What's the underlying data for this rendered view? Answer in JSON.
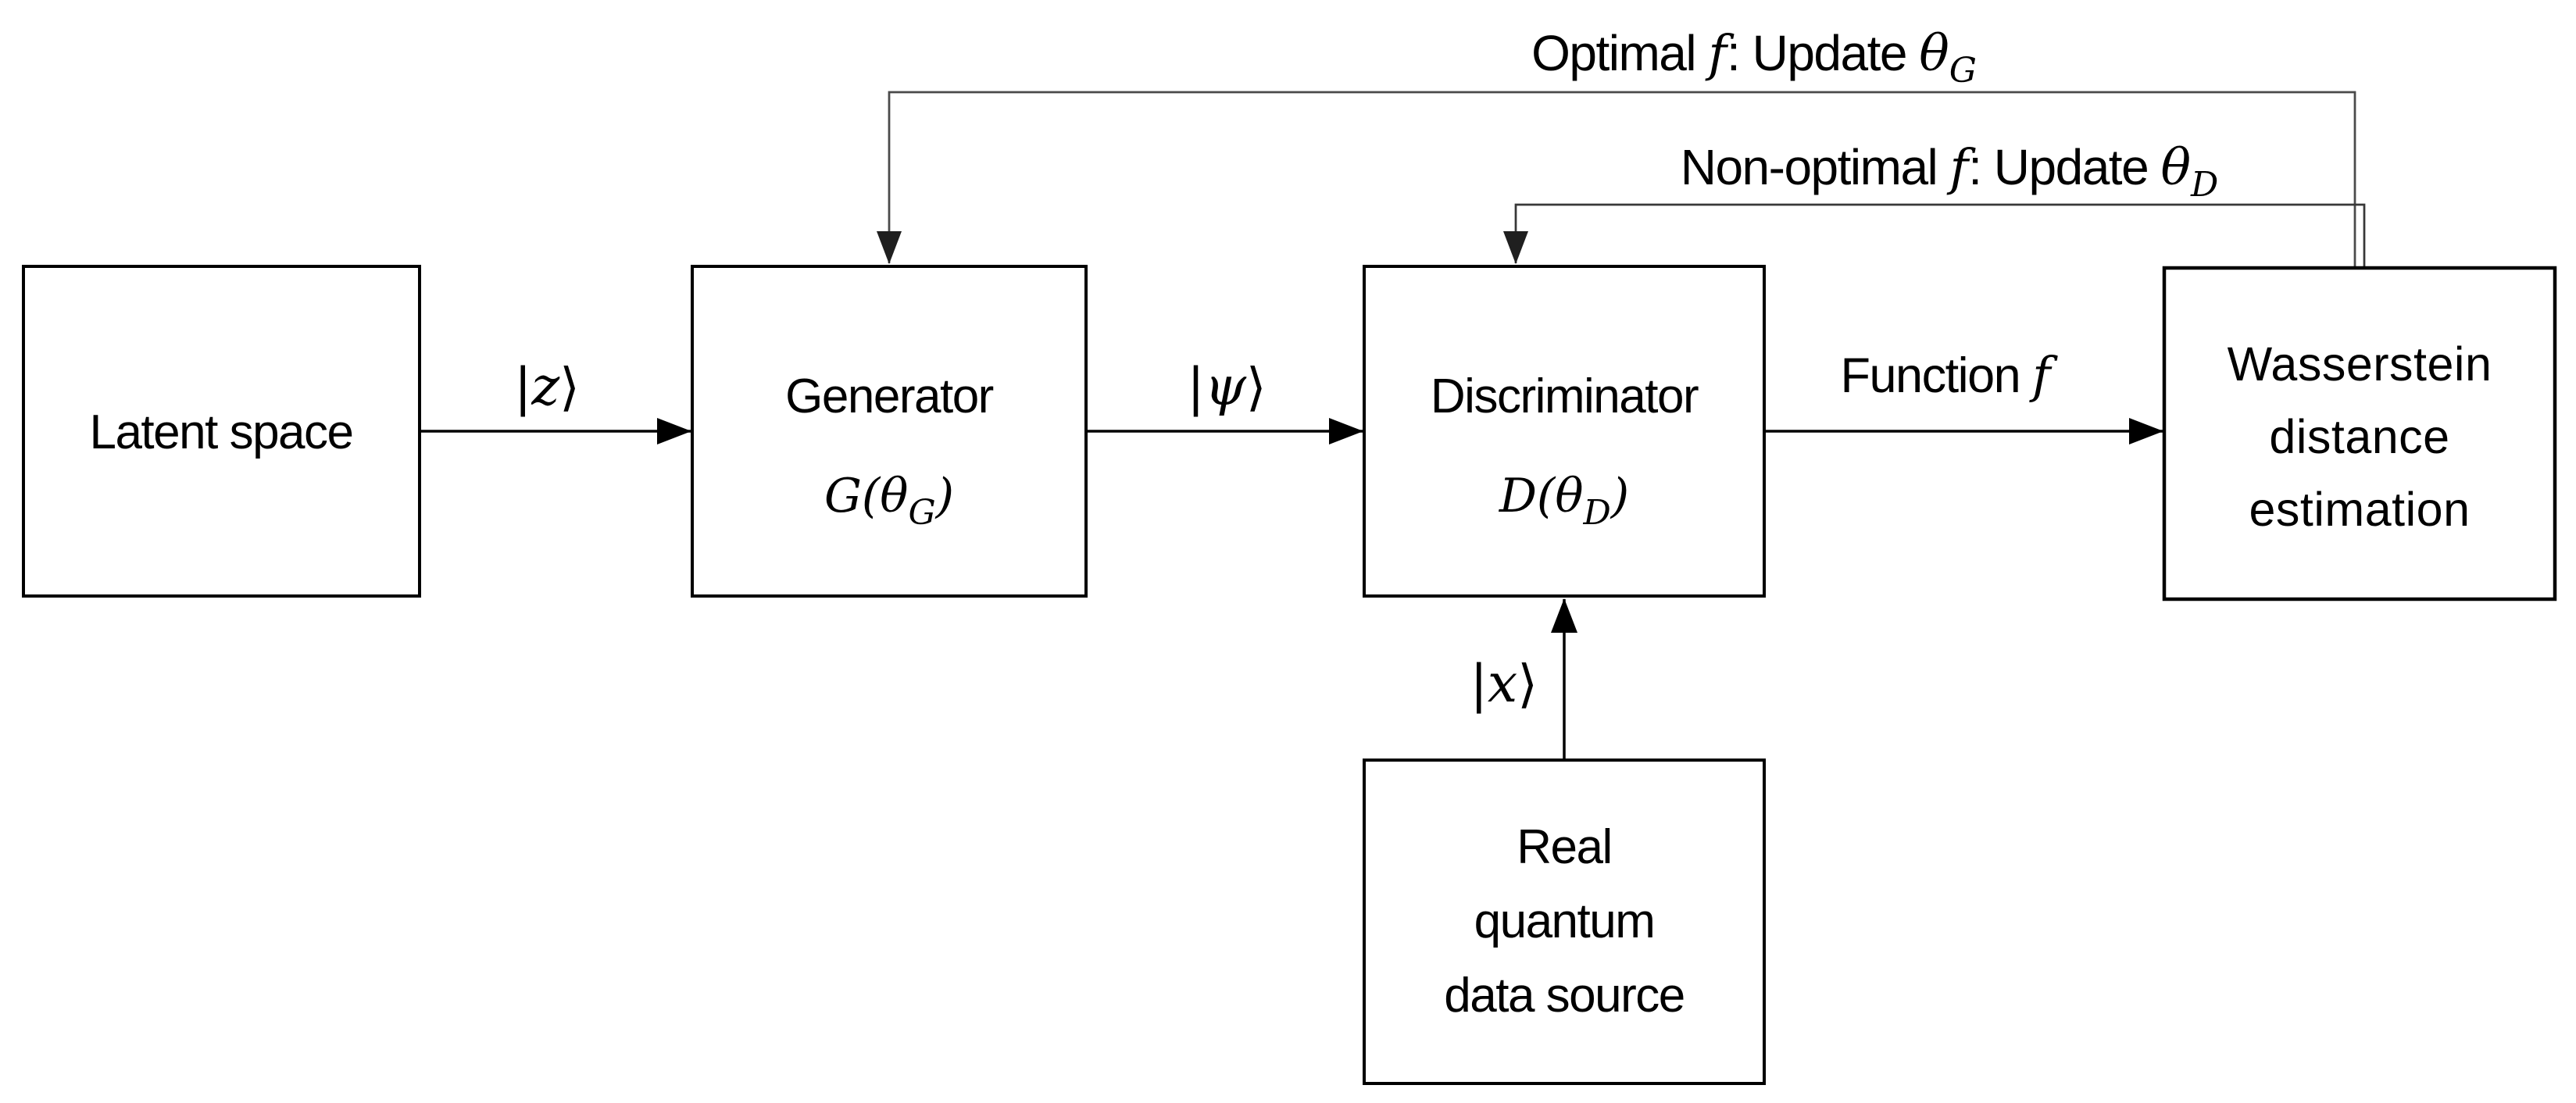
{
  "diagram": {
    "title_semantic": "Quantum Wasserstein GAN training flow",
    "colors": {
      "background": "#ffffff",
      "box_border": "#000000",
      "arrow": "#000000",
      "feedback_line": "#4a4a4a",
      "text": "#000000"
    },
    "boxes": {
      "latent": {
        "label": "Latent space"
      },
      "generator": {
        "line1": "Generator",
        "math_open": "G(θ",
        "math_sub": "G",
        "math_close": ")"
      },
      "discriminator": {
        "line1": "Discriminator",
        "math_open": "D(θ",
        "math_sub": "D",
        "math_close": ")"
      },
      "wasserstein": {
        "line1": "Wasserstein",
        "line2": "distance",
        "line3": "estimation"
      },
      "real_source": {
        "line1": "Real",
        "line2": "quantum",
        "line3": "data source"
      }
    },
    "edge_labels": {
      "z_ket": {
        "open": "|",
        "letter": "z",
        "close": "⟩"
      },
      "psi_ket": {
        "open": "|",
        "letter": "ψ",
        "close": "⟩"
      },
      "x_ket": {
        "open": "|",
        "letter": "x",
        "close": "⟩"
      },
      "function_f": {
        "pre": "Function ",
        "f": "f"
      }
    },
    "feedback_labels": {
      "optimal": {
        "pre": "Optimal ",
        "f": "f",
        "mid": ": Update ",
        "theta": "θ",
        "sub": "G"
      },
      "non_optimal": {
        "pre": "Non-optimal ",
        "f": "f",
        "mid": ": Update ",
        "theta": "θ",
        "sub": "D"
      }
    }
  }
}
